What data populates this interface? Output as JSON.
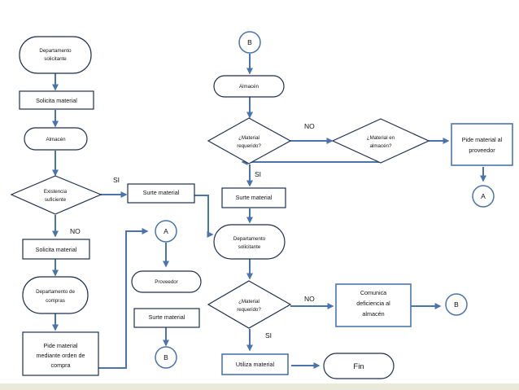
{
  "colors": {
    "arrow": "#4a74ad",
    "shape_border": "#1f2f4f",
    "bottom_band": "#e9ead9"
  },
  "left": {
    "start": "Departamento solicitante",
    "solicita_1": "Solicita material",
    "almacen": "Almacén",
    "decision": "Existencia suficiente",
    "si": "SI",
    "no": "NO",
    "surte": "Surte material",
    "solicita_2": "Solicita material",
    "compras": "Departamento de compras",
    "pide_orden": "Pide material mediante orden de compra"
  },
  "middle": {
    "connector_a": "A",
    "proveedor": "Proveedor",
    "surte": "Surte material",
    "connector_b": "B"
  },
  "right": {
    "connector_b_top": "B",
    "almacen": "Almacén",
    "decision_1": "¿Material requerido?",
    "no_1": "NO",
    "decision_2": "¿Material en almacén?",
    "pide_proveedor": "Pide material al proveedor",
    "connector_a": "A",
    "si_1": "SI",
    "surte": "Surte material",
    "depto": "Departamento solicitante",
    "decision_3": "¿Material requerido?",
    "no_2": "NO",
    "comunica": "Comunica deficiencia al almacén",
    "connector_b_right": "B",
    "si_2": "SI",
    "utiliza": "Utiliza material",
    "fin": "Fin"
  }
}
